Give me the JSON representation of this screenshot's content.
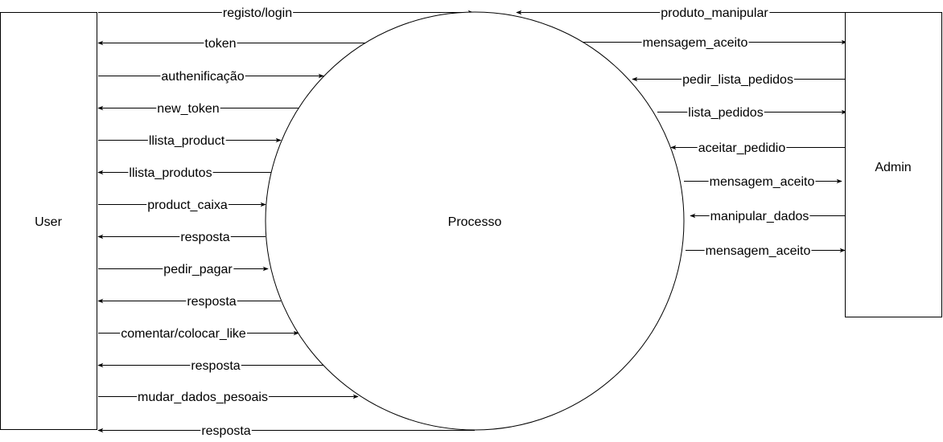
{
  "nodes": {
    "user": "User",
    "process": "Processo",
    "admin": "Admin"
  },
  "user_flows": [
    {
      "label": "registo/login",
      "direction": "to-process"
    },
    {
      "label": "token",
      "direction": "to-user"
    },
    {
      "label": "authenificação",
      "direction": "to-process"
    },
    {
      "label": "new_token",
      "direction": "to-user"
    },
    {
      "label": "llista_product",
      "direction": "to-process"
    },
    {
      "label": "llista_produtos",
      "direction": "to-user"
    },
    {
      "label": "product_caixa",
      "direction": "to-process"
    },
    {
      "label": "resposta",
      "direction": "to-user"
    },
    {
      "label": "pedir_pagar",
      "direction": "to-process"
    },
    {
      "label": "resposta",
      "direction": "to-user"
    },
    {
      "label": "comentar/colocar_like",
      "direction": "to-process"
    },
    {
      "label": "resposta",
      "direction": "to-user"
    },
    {
      "label": "mudar_dados_pesoais",
      "direction": "to-process"
    },
    {
      "label": "resposta",
      "direction": "to-user"
    }
  ],
  "admin_flows": [
    {
      "label": "produto_manipular",
      "direction": "to-process"
    },
    {
      "label": "mensagem_aceito",
      "direction": "to-admin"
    },
    {
      "label": "pedir_lista_pedidos",
      "direction": "to-process"
    },
    {
      "label": "lista_pedidos",
      "direction": "to-admin"
    },
    {
      "label": "aceitar_pedidio",
      "direction": "to-process"
    },
    {
      "label": "mensagem_aceito",
      "direction": "to-admin"
    },
    {
      "label": "manipular_dados",
      "direction": "to-process"
    },
    {
      "label": "mensagem_aceito",
      "direction": "to-admin"
    }
  ]
}
